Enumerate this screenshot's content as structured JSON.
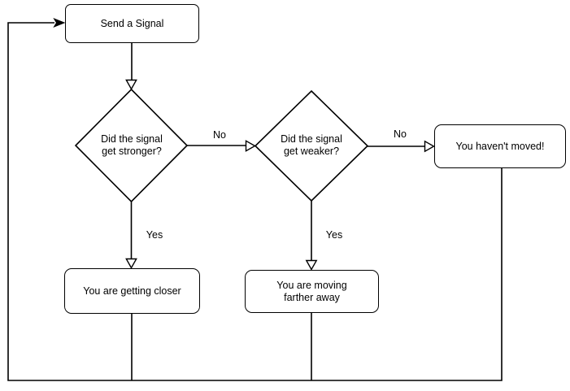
{
  "diagram": {
    "nodes": {
      "send_signal": {
        "label": "Send a Signal"
      },
      "signal_stronger": {
        "label": "Did the signal get stronger?"
      },
      "signal_weaker": {
        "label": "Did the signal get weaker?"
      },
      "getting_closer": {
        "label": "You are getting closer"
      },
      "farther_away": {
        "label": "You are moving farther away"
      },
      "havent_moved": {
        "label": "You haven't moved!"
      }
    },
    "edge_labels": {
      "stronger_no": "No",
      "stronger_yes": "Yes",
      "weaker_no": "No",
      "weaker_yes": "Yes"
    },
    "colors": {
      "stroke": "#000000",
      "fill": "#ffffff",
      "text": "#000000",
      "background": "#ffffff"
    }
  }
}
